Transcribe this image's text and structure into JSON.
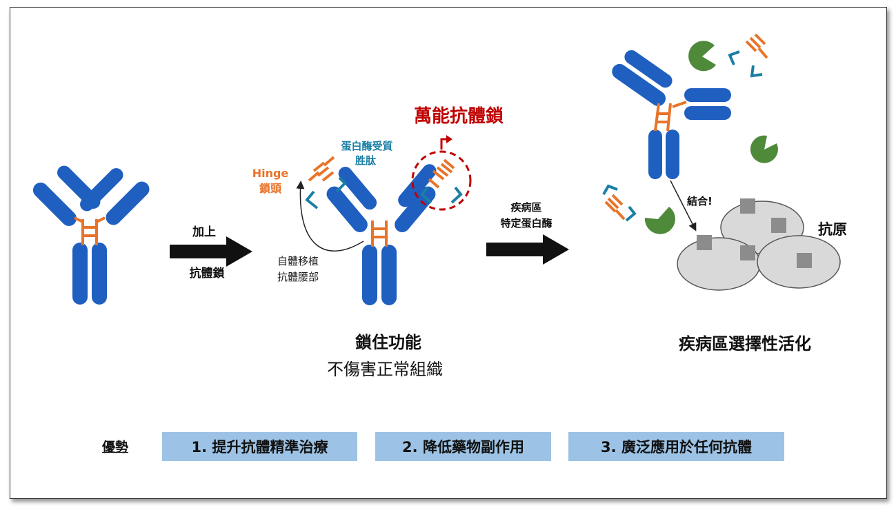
{
  "colors": {
    "antibody_blue": "#1f5fc0",
    "hinge_orange": "#e8742a",
    "substrate_teal": "#1a7fa5",
    "lock_red": "#c00000",
    "antigen_gray": "#d9d9d9",
    "protease_green": "#4e8a3a",
    "advantage_box": "#9cc3e5"
  },
  "step1": {
    "arrow_label_top": "加上",
    "arrow_label_bottom": "抗體鎖"
  },
  "step2": {
    "hinge_label_line1": "Hinge",
    "hinge_label_line2": "鎖頭",
    "substrate_label_line1": "蛋白酶受質",
    "substrate_label_line2": "胜肽",
    "universal_lock_label": "萬能抗體鎖",
    "graft_label_line1": "自體移植",
    "graft_label_line2": "抗體腰部",
    "caption_bold": "鎖住功能",
    "caption_normal": "不傷害正常組織"
  },
  "step3": {
    "arrow_label_top": "疾病區",
    "arrow_label_bottom": "特定蛋白酶",
    "bind_label": "結合!",
    "antigen_label": "抗原",
    "caption": "疾病區選擇性活化"
  },
  "advantages": {
    "label": "優勢",
    "items": [
      "1. 提升抗體精準治療",
      "2. 降低藥物副作用",
      "3. 廣泛應用於任何抗體"
    ]
  }
}
